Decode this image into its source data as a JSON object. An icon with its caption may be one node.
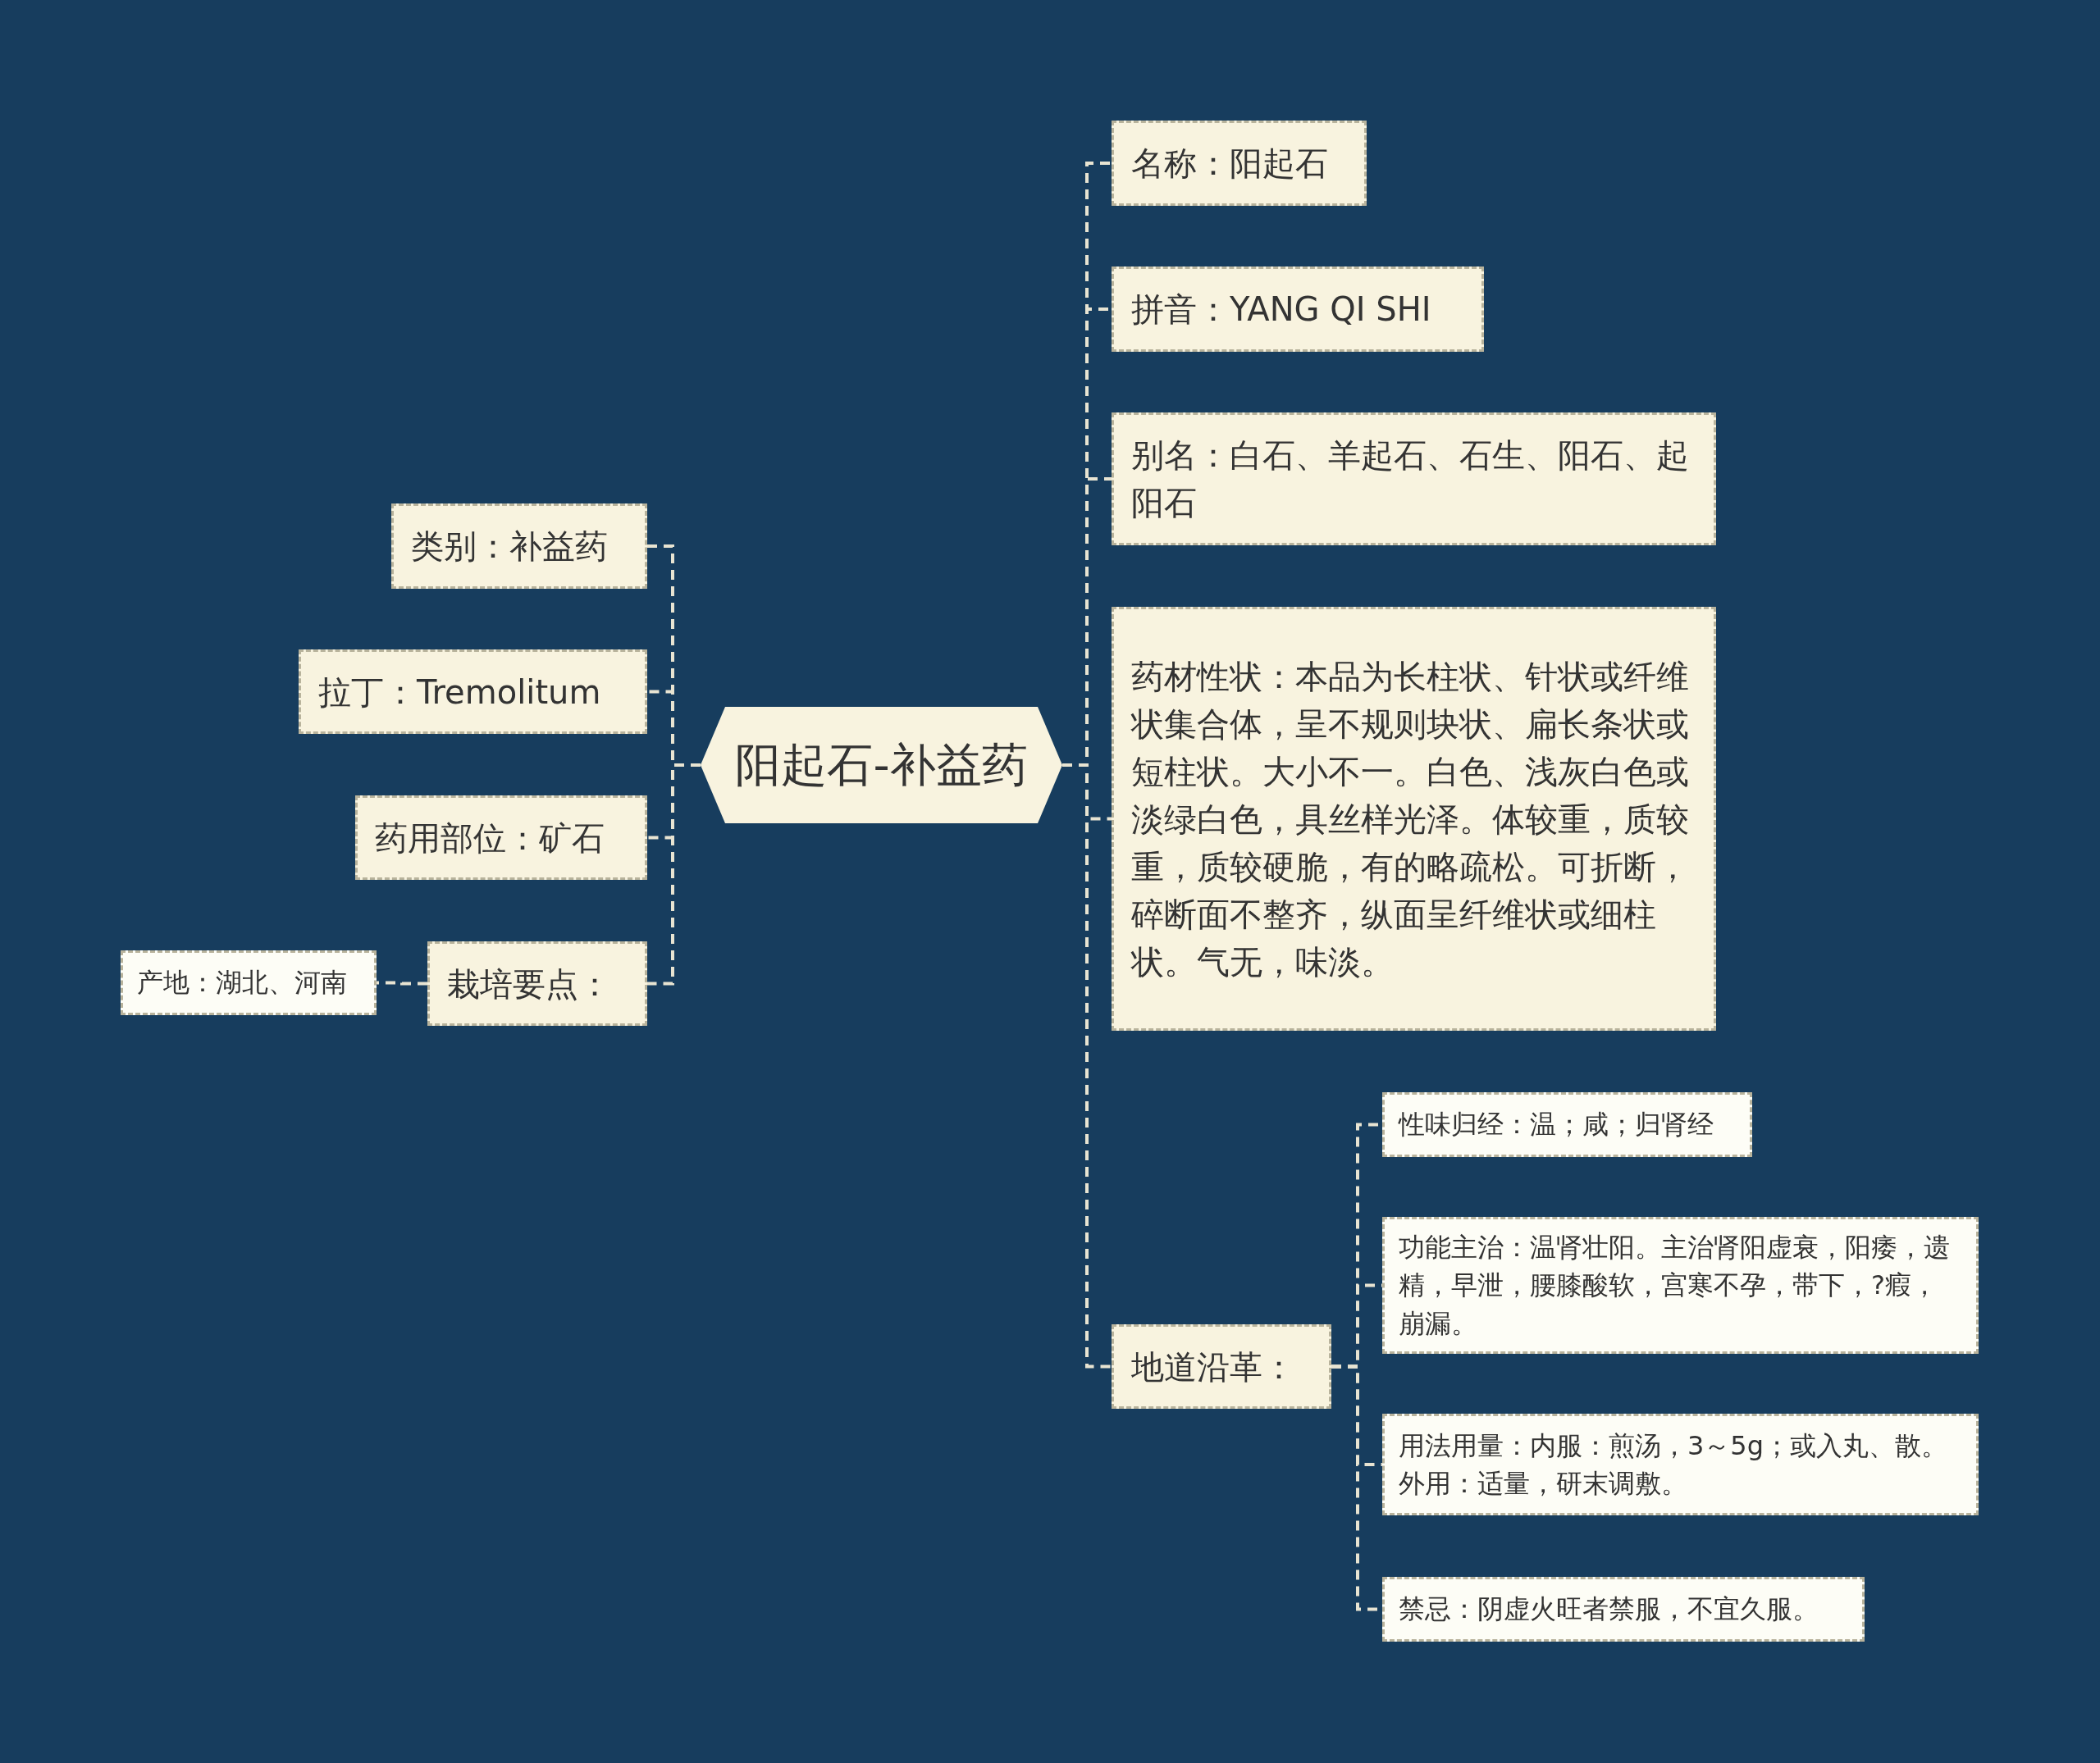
{
  "diagram": {
    "nodes": [
      {
        "text": [
          "阳起石-补益药"
        ]
      },
      {
        "text": [
          "类别：补益药"
        ]
      },
      {
        "text": [
          "拉丁：Tremolitum"
        ]
      },
      {
        "text": [
          "药用部位：矿石"
        ]
      },
      {
        "text": [
          "栽培要点："
        ]
      },
      {
        "text": [
          "产地：湖北、河南"
        ]
      },
      {
        "text": [
          "名称：阳起石"
        ]
      },
      {
        "text": [
          "拼音：YANG QI SHI"
        ]
      },
      {
        "text": [
          "别名：白石、羊起石、石生、阳石、起阳石"
        ]
      },
      {
        "text": [
          "药材性状：本品为长柱状、针状或纤维状集合体，呈不规则块状、扁长条状或短柱状。大小不一。白色、浅灰白色或淡绿白色，具丝样光泽。体较重，质较重，质较硬脆，有的略疏松。可折断，碎断面不整齐，纵面呈纤维状或细柱状。气无，味淡。"
        ]
      },
      {
        "text": [
          "地道沿革："
        ]
      },
      {
        "text": [
          "性味归经：温；咸；归肾经"
        ]
      },
      {
        "text": [
          "功能主治：温肾壮阳。主治肾阳虚衰，阳痿，遗精，早泄，腰膝酸软，宫寒不孕，带下，?瘕，崩漏。"
        ]
      },
      {
        "text": [
          "用法用量：内服：煎汤，3～5g；或入丸、散。外用：适量，研末调敷。"
        ]
      },
      {
        "text": [
          "禁忌：阴虚火旺者禁服，不宜久服。"
        ]
      }
    ],
    "edges": [
      {
        "from": 0,
        "to": 1,
        "arrow": "none",
        "style": "dashed"
      },
      {
        "from": 0,
        "to": 2,
        "arrow": "none",
        "style": "dashed"
      },
      {
        "from": 0,
        "to": 3,
        "arrow": "none",
        "style": "dashed"
      },
      {
        "from": 0,
        "to": 4,
        "arrow": "none",
        "style": "dashed"
      },
      {
        "from": 4,
        "to": 5,
        "arrow": "none",
        "style": "dashed"
      },
      {
        "from": 0,
        "to": 6,
        "arrow": "none",
        "style": "dashed"
      },
      {
        "from": 0,
        "to": 7,
        "arrow": "none",
        "style": "dashed"
      },
      {
        "from": 0,
        "to": 8,
        "arrow": "none",
        "style": "dashed"
      },
      {
        "from": 0,
        "to": 9,
        "arrow": "none",
        "style": "dashed"
      },
      {
        "from": 0,
        "to": 10,
        "arrow": "none",
        "style": "dashed"
      },
      {
        "from": 10,
        "to": 11,
        "arrow": "none",
        "style": "dashed"
      },
      {
        "from": 10,
        "to": 12,
        "arrow": "none",
        "style": "dashed"
      },
      {
        "from": 10,
        "to": 13,
        "arrow": "none",
        "style": "dashed"
      },
      {
        "from": 10,
        "to": 14,
        "arrow": "none",
        "style": "dashed"
      }
    ]
  }
}
